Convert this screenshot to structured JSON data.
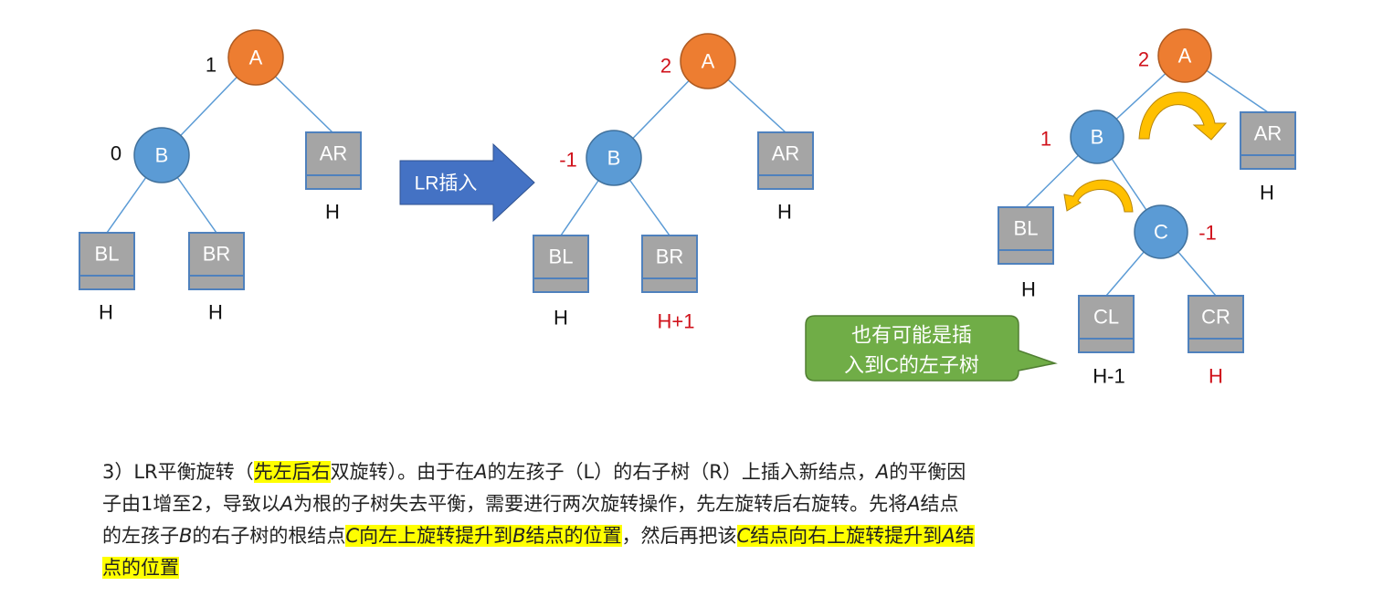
{
  "colors": {
    "root": "#ed7d31",
    "node": "#5b9bd5",
    "box": "#a5a5a5",
    "arrow": "#4472c4",
    "rotate_arrow": "#ffc000",
    "callout": "#70ad47",
    "highlight": "#ffff00",
    "red": "#d0121b"
  },
  "tree1": {
    "A": "A",
    "A_bf": "1",
    "B": "B",
    "B_bf": "0",
    "AR": "AR",
    "BL": "BL",
    "BR": "BR",
    "AR_h": "H",
    "BL_h": "H",
    "BR_h": "H"
  },
  "insert_arrow": {
    "label": "LR插入"
  },
  "tree2": {
    "A": "A",
    "A_bf": "2",
    "B": "B",
    "B_bf": "-1",
    "AR": "AR",
    "BL": "BL",
    "BR": "BR",
    "AR_h": "H",
    "BL_h": "H",
    "BR_h": "H+1"
  },
  "tree3": {
    "A": "A",
    "A_bf": "2",
    "B": "B",
    "B_bf": "1",
    "C": "C",
    "C_bf": "-1",
    "AR": "AR",
    "BL": "BL",
    "CL": "CL",
    "CR": "CR",
    "AR_h": "H",
    "BL_h": "H",
    "CL_h": "H-1",
    "CR_h": "H"
  },
  "callout": {
    "line1": "也有可能是插",
    "line2": "入到C的左子树"
  },
  "paragraph": [
    [
      {
        "t": "3）LR平衡旋转（"
      },
      {
        "t": "先左后右",
        "h": 1
      },
      {
        "t": "双旋转）。由于在"
      },
      {
        "t": "A",
        "i": 1
      },
      {
        "t": "的左孩子（L）的右子树（R）上插入新结点，"
      },
      {
        "t": "A",
        "i": 1
      },
      {
        "t": "的平衡因"
      }
    ],
    [
      {
        "t": "子由1增至2，导致以"
      },
      {
        "t": "A",
        "i": 1
      },
      {
        "t": "为根的子树失去平衡，需要进行两次旋转操作，先左旋转后右旋转。先将"
      },
      {
        "t": "A",
        "i": 1
      },
      {
        "t": "结点"
      }
    ],
    [
      {
        "t": "的左孩子"
      },
      {
        "t": "B",
        "i": 1
      },
      {
        "t": "的右子树的根结点"
      },
      {
        "t": "C",
        "i": 1,
        "h": 1
      },
      {
        "t": "向左上旋转提升到",
        "h": 1
      },
      {
        "t": "B",
        "i": 1,
        "h": 1
      },
      {
        "t": "结点的位置",
        "h": 1
      },
      {
        "t": "，然后再把该"
      },
      {
        "t": "C",
        "i": 1,
        "h": 1
      },
      {
        "t": "结点向右上旋转提升到",
        "h": 1
      },
      {
        "t": "A",
        "i": 1,
        "h": 1
      },
      {
        "t": "结",
        "h": 1
      }
    ],
    [
      {
        "t": "点的位置",
        "h": 1
      }
    ]
  ]
}
